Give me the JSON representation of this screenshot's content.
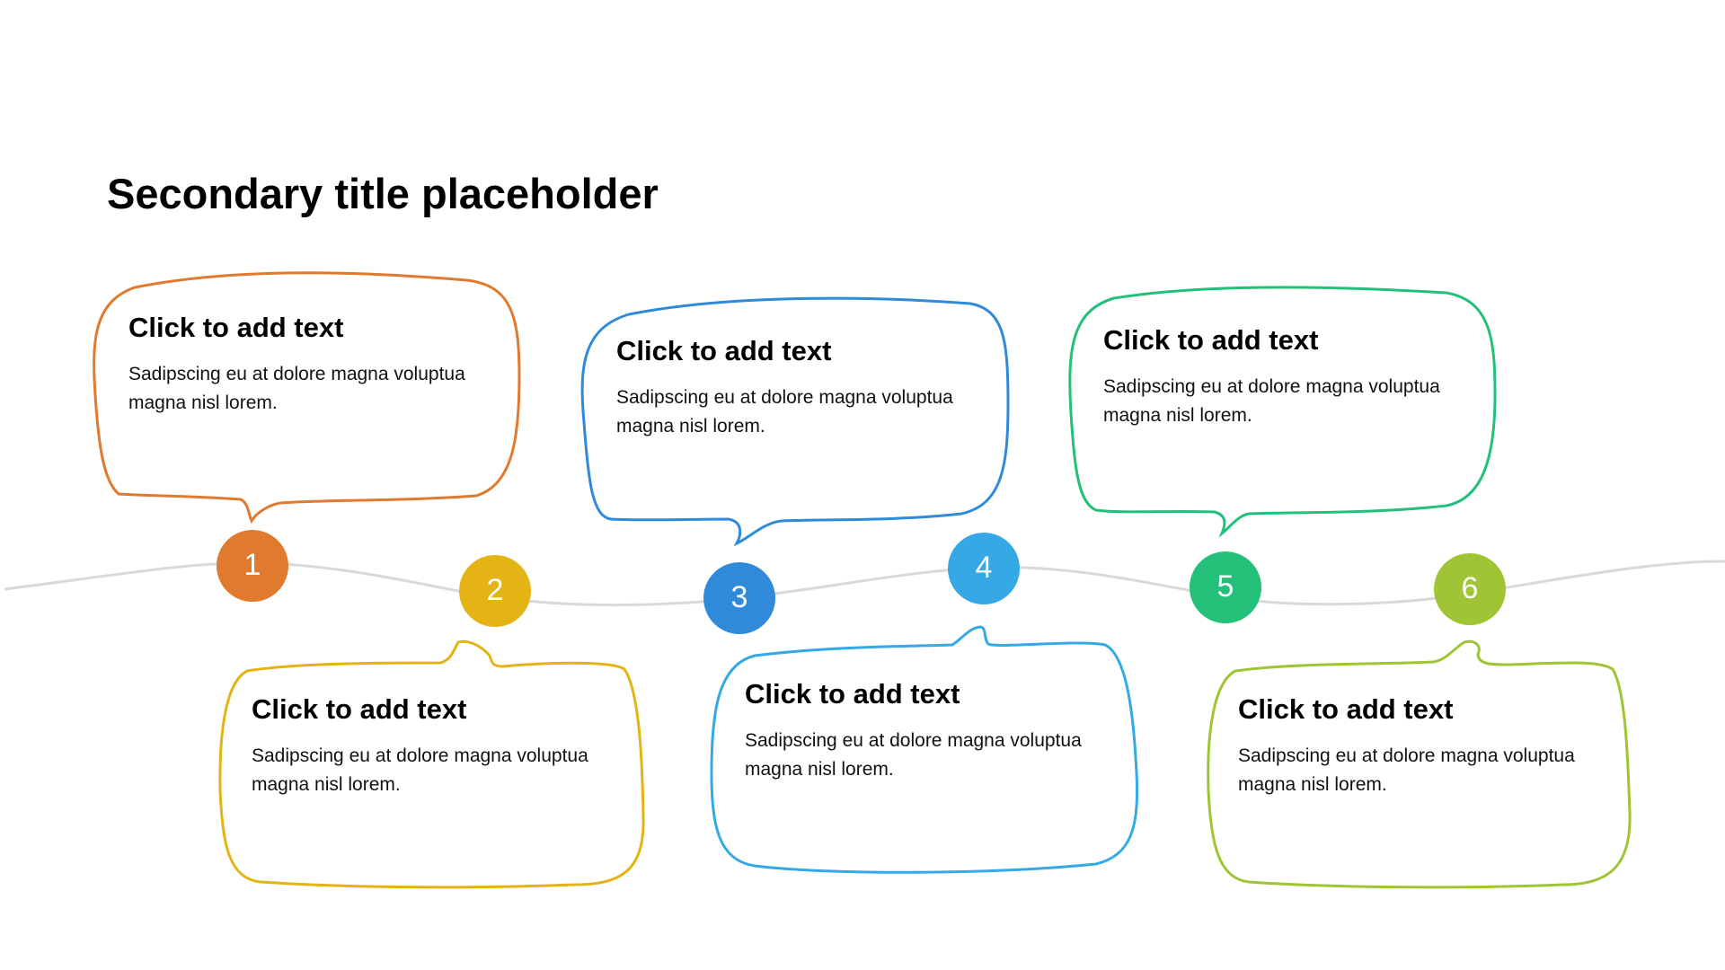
{
  "title": "Secondary title placeholder",
  "steps": [
    {
      "number": "1",
      "heading": "Click to add text",
      "body": "Sadipscing eu at dolore magna voluptua magna nisl lorem.",
      "color": "#e07a2e"
    },
    {
      "number": "2",
      "heading": "Click to add text",
      "body": "Sadipscing eu at dolore magna voluptua magna nisl lorem.",
      "color": "#e3b414"
    },
    {
      "number": "3",
      "heading": "Click to add text",
      "body": "Sadipscing eu at dolore magna voluptua magna nisl lorem.",
      "color": "#2f8ad9"
    },
    {
      "number": "4",
      "heading": "Click to add text",
      "body": "Sadipscing eu at dolore magna voluptua magna nisl lorem.",
      "color": "#34a9e6"
    },
    {
      "number": "5",
      "heading": "Click to add text",
      "body": "Sadipscing eu at dolore magna voluptua magna nisl lorem.",
      "color": "#22c079"
    },
    {
      "number": "6",
      "heading": "Click to add text",
      "body": "Sadipscing eu at dolore magna voluptua magna nisl lorem.",
      "color": "#9fc434"
    }
  ],
  "connector_color": "#d9d9d9"
}
